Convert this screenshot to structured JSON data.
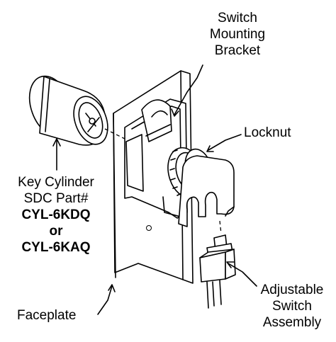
{
  "labels": {
    "switch_mounting_bracket": [
      "Switch",
      "Mounting",
      "Bracket"
    ],
    "locknut": "Locknut",
    "key_cylinder": {
      "line1": "Key Cylinder",
      "line2": "SDC Part#",
      "part1": "CYL-6KDQ",
      "or": "or",
      "part2": "CYL-6KAQ"
    },
    "faceplate": "Faceplate",
    "adjustable_switch_assembly": [
      "Adjustable",
      "Switch",
      "Assembly"
    ]
  }
}
